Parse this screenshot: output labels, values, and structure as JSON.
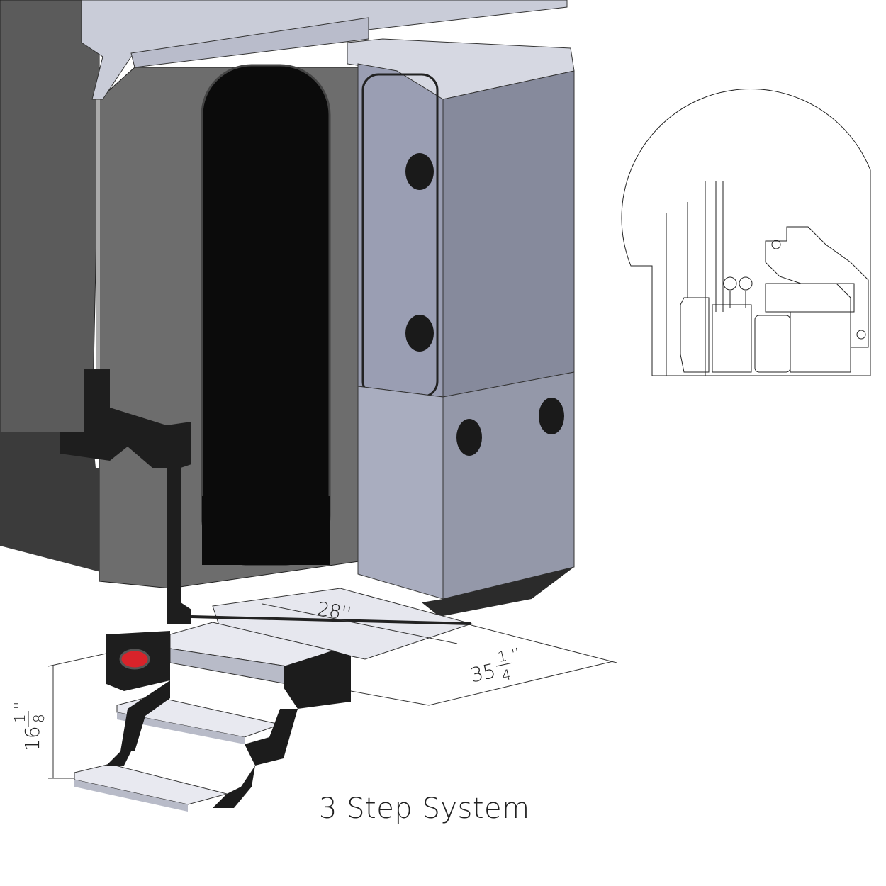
{
  "caption": "3 Step System",
  "dimensions": {
    "platform_depth": "28''",
    "platform_width": {
      "whole": "35",
      "num": "1",
      "den": "4",
      "unit": "''"
    },
    "step_rise": {
      "whole": "16",
      "num": "1",
      "den": "8",
      "unit": "''"
    }
  },
  "colors": {
    "tail_light": "#d8232a",
    "bracket": "#1e1e1e",
    "cabinet": "#9a9eb3",
    "door_opening": "#0b0b0b"
  }
}
